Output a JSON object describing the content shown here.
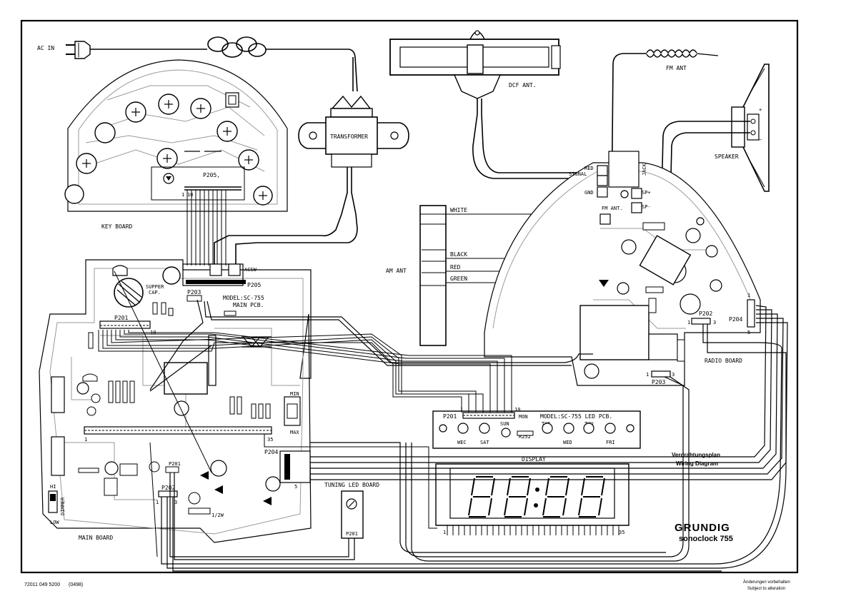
{
  "labels": {
    "ac_in": "AC IN",
    "transformer": "TRANSFORMER",
    "dcf_ant": "DCF ANT.",
    "fm_ant": "FM ANT",
    "speaker": "SPEAKER",
    "jack": "JACK",
    "red_top": "RED",
    "signal": "SIGNAL",
    "gnd": "GND",
    "fm_ant_small": "FM ANT.",
    "sp_plus": "SP+",
    "sp_minus": "SP-",
    "white": "WHITE",
    "black": "BLACK",
    "red": "RED",
    "green": "GREEN",
    "am_ant": "AM ANT",
    "key_board": "KEY BOARD",
    "p205_key": "P205,",
    "p205_main": "P205",
    "ac_sw": "ACSW",
    "model_main": "MODEL:SC-755",
    "main_pcb": "MAIN PCB.",
    "p203_main": "P203",
    "p201_main": "P201",
    "supper_cap": "SUPPER",
    "supper_cap2": "CAP.",
    "main_board": "MAIN BOARD",
    "p204_main": "P204",
    "p202_main": "P202",
    "p201_led": "P201",
    "tuning_led_board": "TUNING LED BOARD",
    "p201_tuning": "P201",
    "radio_board": "RADIO BOARD",
    "p202_radio": "P202",
    "p204_radio": "P204",
    "p203_radio": "P203",
    "model_led": "MODEL:SC-755 LED PCB.",
    "display": "DISPLAY",
    "min": "MIN",
    "max": "MAX",
    "hi": "HI",
    "dimmer": "DIMMER",
    "low": "LOW",
    "resistor_label": "1/2W",
    "r252": "R252"
  },
  "days": [
    "MON",
    "SUN",
    "TUE",
    "THU",
    "WEC",
    "SAT",
    "WED",
    "FRI"
  ],
  "pin_numbers": {
    "one": "1",
    "three": "3",
    "five": "5",
    "ten": "10",
    "thirty_five": "35"
  },
  "title_block": {
    "line1": "Verdrahtungsplan",
    "line2": "Wiring Diagram",
    "brand": "GRUNDIG",
    "model": "sonoclock 755"
  },
  "footer": {
    "doc_number": "72011 049 5200",
    "date_code": "(0498)",
    "note_de": "Änderungen vorbehalten",
    "note_en": "Subject to alteration"
  },
  "display_digits": "88:88"
}
